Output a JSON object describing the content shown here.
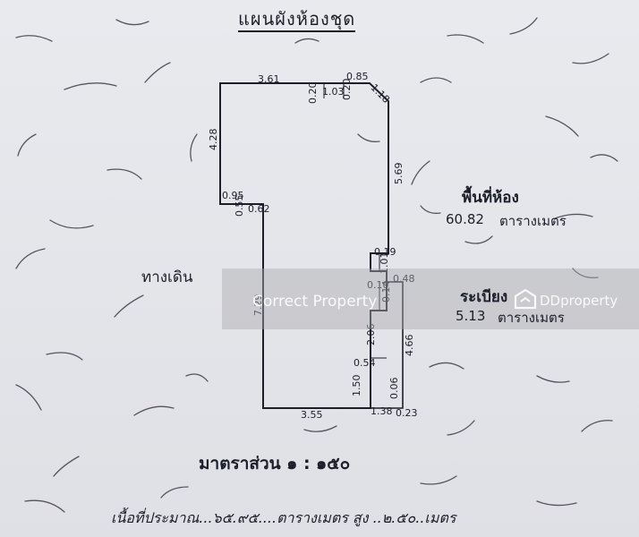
{
  "title": "แผนผังห้องชุด",
  "walkway_label": "ทางเดิน",
  "room_area": {
    "label": "พื้นที่ห้อง",
    "value": "60.82",
    "unit": "ตารางเมตร"
  },
  "balcony_area": {
    "label": "ระเบียง",
    "value": "5.13",
    "unit": "ตารางเมตร"
  },
  "scale_text": "มาตราส่วน  ๑ : ๑๕๐",
  "footer_text": "เนื้อที่ประมาณ...๖๕.๙๕....ตารางเมตร  สูง  ..๒.๕๐..เมตร",
  "dimensions": {
    "top_left": "3.61",
    "d020a": "0.20",
    "d103": "1.03",
    "d020b": "0.20",
    "d085": "0.85",
    "d118": "1.18",
    "d428": "4.28",
    "d569": "5.69",
    "d095": "0.95",
    "d055": "0.55",
    "d062": "0.62",
    "d019": "0.19",
    "d101": "1.01",
    "d010": "0.10",
    "d048": "0.48",
    "d014": "0.14",
    "d729": "7.29",
    "d206": "2.06",
    "d466": "4.66",
    "d054": "0.54",
    "d150": "1.50",
    "d006": "0.06",
    "d355": "3.55",
    "d138": "1.38",
    "d023": "0.23"
  },
  "watermarks": {
    "left": "Correct Property",
    "right": "DDproperty"
  }
}
